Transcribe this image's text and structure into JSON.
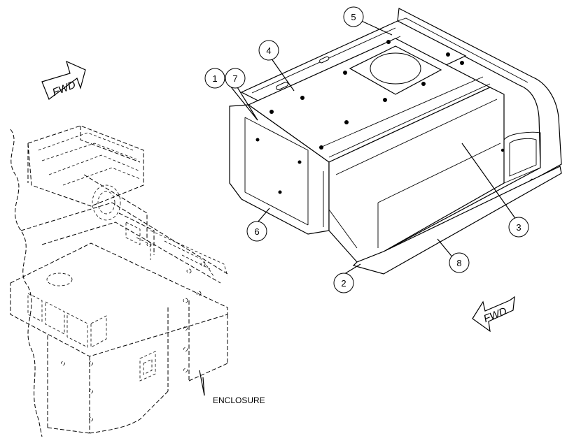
{
  "fwd_arrows": [
    {
      "id": "fwd-left",
      "label": "FWD"
    },
    {
      "id": "fwd-right",
      "label": "FWD"
    }
  ],
  "enclosure_label": "ENCLOSURE",
  "callouts": [
    {
      "id": "1",
      "label": "1"
    },
    {
      "id": "7",
      "label": "7"
    },
    {
      "id": "4",
      "label": "4"
    },
    {
      "id": "5",
      "label": "5"
    },
    {
      "id": "6",
      "label": "6"
    },
    {
      "id": "2",
      "label": "2"
    },
    {
      "id": "8",
      "label": "8"
    },
    {
      "id": "3",
      "label": "3"
    }
  ]
}
